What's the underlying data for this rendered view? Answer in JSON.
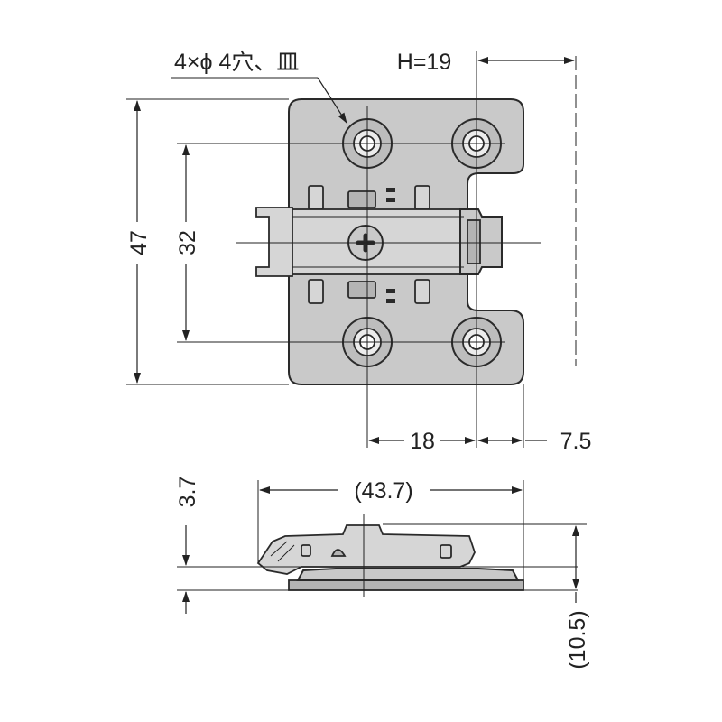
{
  "labels": {
    "hole_spec": "4×ϕ 4穴、皿",
    "h19": "H=19",
    "dim_47": "47",
    "dim_32": "32",
    "dim_18": "18",
    "dim_7_5": "7.5",
    "dim_43_7": "(43.7)",
    "dim_3_7": "3.7",
    "dim_10_5": "(10.5)"
  },
  "colors": {
    "line": "#222222",
    "part_fill": "#c9c9c9",
    "background": "#ffffff"
  }
}
